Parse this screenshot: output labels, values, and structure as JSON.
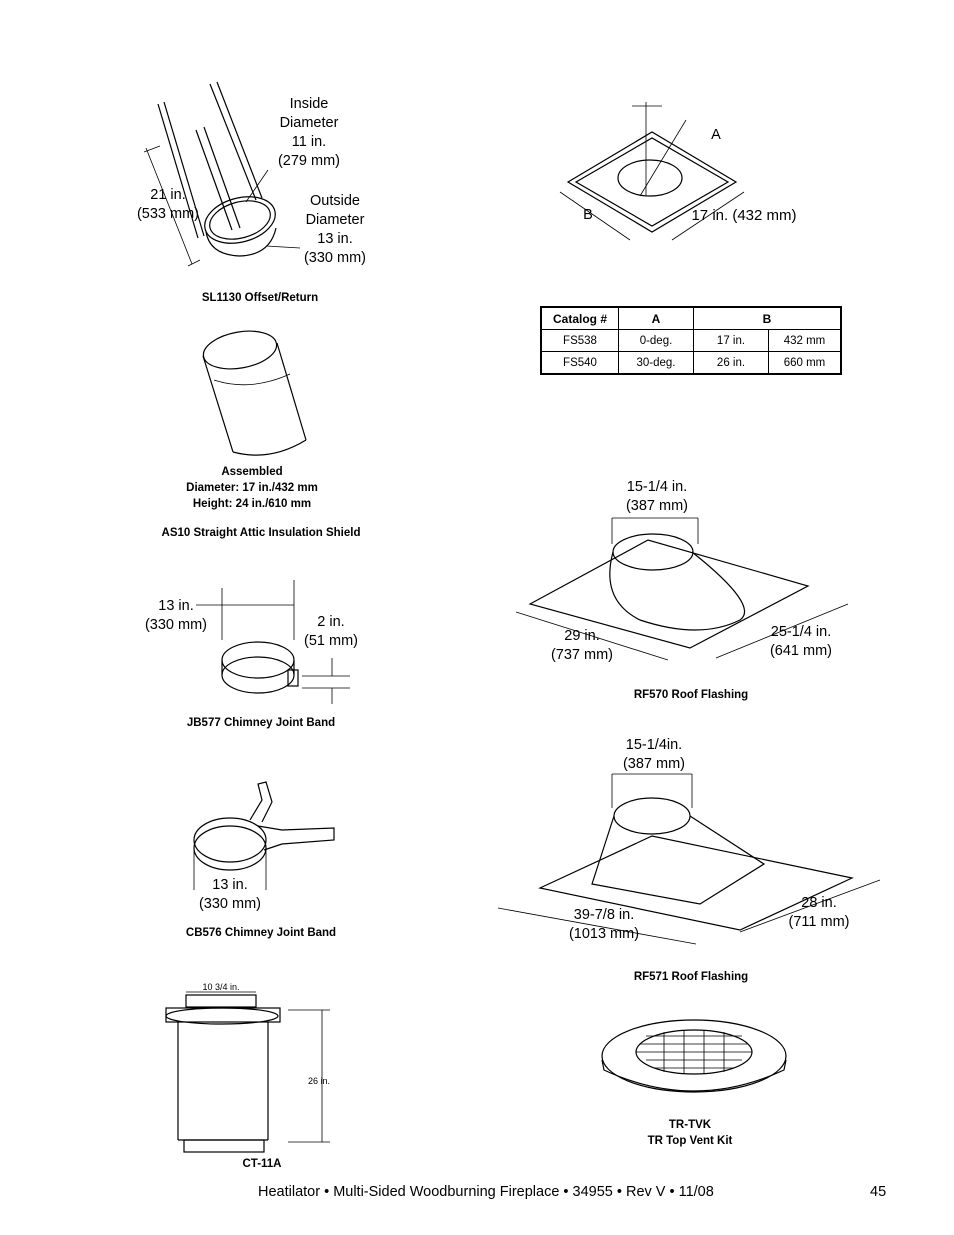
{
  "sl1130": {
    "inside_label": "Inside\nDiameter\n11 in.\n(279 mm)",
    "outside_label": "Outside\nDiameter\n13 in.\n(330 mm)",
    "length_label": "21 in.\n(533 mm)",
    "caption": "SL1130 Offset/Return"
  },
  "as10": {
    "assembled": "Assembled\nDiameter: 17 in./432 mm\nHeight: 24 in./610 mm",
    "caption": "AS10 Straight Attic Insulation Shield"
  },
  "jb577": {
    "diameter_label": "13 in.\n(330 mm)",
    "height_label": "2 in.\n(51 mm)",
    "caption": "JB577 Chimney Joint Band"
  },
  "cb576": {
    "diameter_label": "13 in.",
    "diameter_mm": "(330 mm)",
    "caption": "CB576 Chimney Joint Band"
  },
  "ct11a": {
    "width_label": "10 3/4 in.",
    "height_label": "26 in.",
    "caption": "CT-11A"
  },
  "fs_firestop": {
    "label_a": "A",
    "label_b": "B",
    "size_label": "17 in. (432 mm)"
  },
  "table": {
    "headers": [
      "Catalog #",
      "A",
      "B"
    ],
    "rows": [
      [
        "FS538",
        "0-deg.",
        "17 in.",
        "432 mm"
      ],
      [
        "FS540",
        "30-deg.",
        "26 in.",
        "660 mm"
      ]
    ]
  },
  "rf570": {
    "top_label": "15-1/4 in.\n(387 mm)",
    "left_label": "29 in.\n(737 mm)",
    "right_label": "25-1/4 in.\n(641 mm)",
    "caption": "RF570 Roof Flashing"
  },
  "rf571": {
    "top_label": "15-1/4in.\n(387 mm)",
    "left_label": "39-7/8 in.\n(1013 mm)",
    "right_label": "28 in.\n(711 mm)",
    "caption": "RF571 Roof Flashing"
  },
  "trtvk": {
    "caption": "TR-TVK\nTR Top Vent Kit"
  },
  "footer": {
    "text": "Heatilator • Multi-Sided Woodburning Fireplace • 34955 • Rev V • 11/08",
    "page": "45"
  }
}
